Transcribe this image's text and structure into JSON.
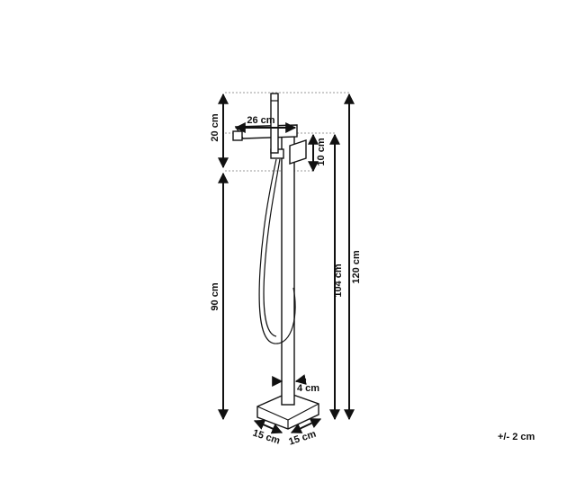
{
  "diagram": {
    "dimensions": {
      "shower_height": "20 cm",
      "spout_length": "26 cm",
      "handle_height": "10 cm",
      "lower_height": "90 cm",
      "spout_height": "104 cm",
      "total_height": "120 cm",
      "pipe_width": "4 cm",
      "base_depth": "15 cm",
      "base_width": "15 cm"
    },
    "tolerance": "+/- 2 cm"
  }
}
